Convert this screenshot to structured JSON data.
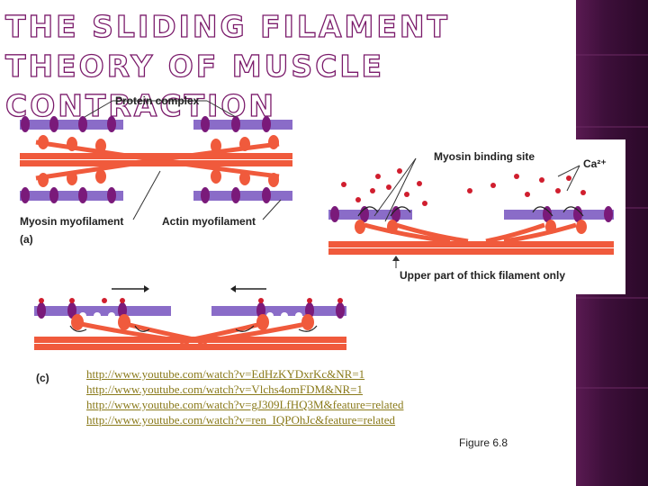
{
  "slide": {
    "title": "THE SLIDING FILAMENT THEORY OF MUSCLE CONTRACTION",
    "figure_label": "Figure 6.8"
  },
  "diagram": {
    "panel_a": {
      "label": "(a)",
      "protein_complex": "Protein complex",
      "myosin_myofilament": "Myosin myofilament",
      "actin_myofilament": "Actin myofilament"
    },
    "panel_b": {
      "myosin_binding_site": "Myosin binding site",
      "calcium": "Ca²⁺",
      "thick_filament_note": "Upper part of thick filament only"
    },
    "panel_c": {
      "label": "(c)"
    }
  },
  "links": [
    "http://www.youtube.com/watch?v=EdHzKYDxrKc&NR=1",
    "http://www.youtube.com/watch?v=Vlchs4omFDM&NR=1",
    "http://www.youtube.com/watch?v=gJ309LfHQ3M&feature=related",
    "http://www.youtube.com/watch?v=ren_IQPOhJc&feature=related"
  ],
  "colors": {
    "actin": "#8a6cc8",
    "myosin": "#f05a3c",
    "protein": "#7a1a7a",
    "calcium": "#d01e2e",
    "title_outline": "#7a1a6a",
    "link": "#8a7a1a"
  }
}
